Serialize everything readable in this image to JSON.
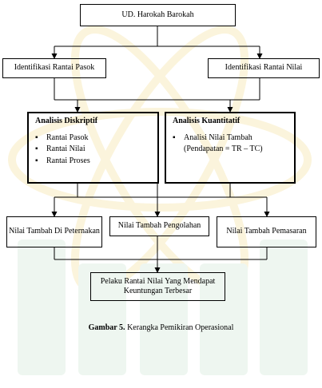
{
  "nodes": {
    "top": "UD. Harokah Barokah",
    "left": "Identifikasi Rantai Pasok",
    "right": "Identifikasi Rantai Nilai",
    "final": "Pelaku Rantai Nilai Yang Mendapat Keuntungan Terbesar"
  },
  "descriptive": {
    "title": "Analisis Diskriptif",
    "items": [
      "Rantai Pasok",
      "Rantai Nilai",
      "Rantai Proses"
    ]
  },
  "quantitative": {
    "title": "Analisis Kuantitatif",
    "item": "Analisi Nilai Tambah",
    "formula": "(Pendapatan  = TR – TC)"
  },
  "value_added": {
    "farm": "Nilai Tambah Di Peternakan",
    "processing": "Nilai Tambah Pengolahan",
    "marketing": "Nilai Tambah Pemasaran"
  },
  "caption": {
    "label": "Gambar 5.",
    "text": " Kerangka Pemikiran Operasional"
  }
}
